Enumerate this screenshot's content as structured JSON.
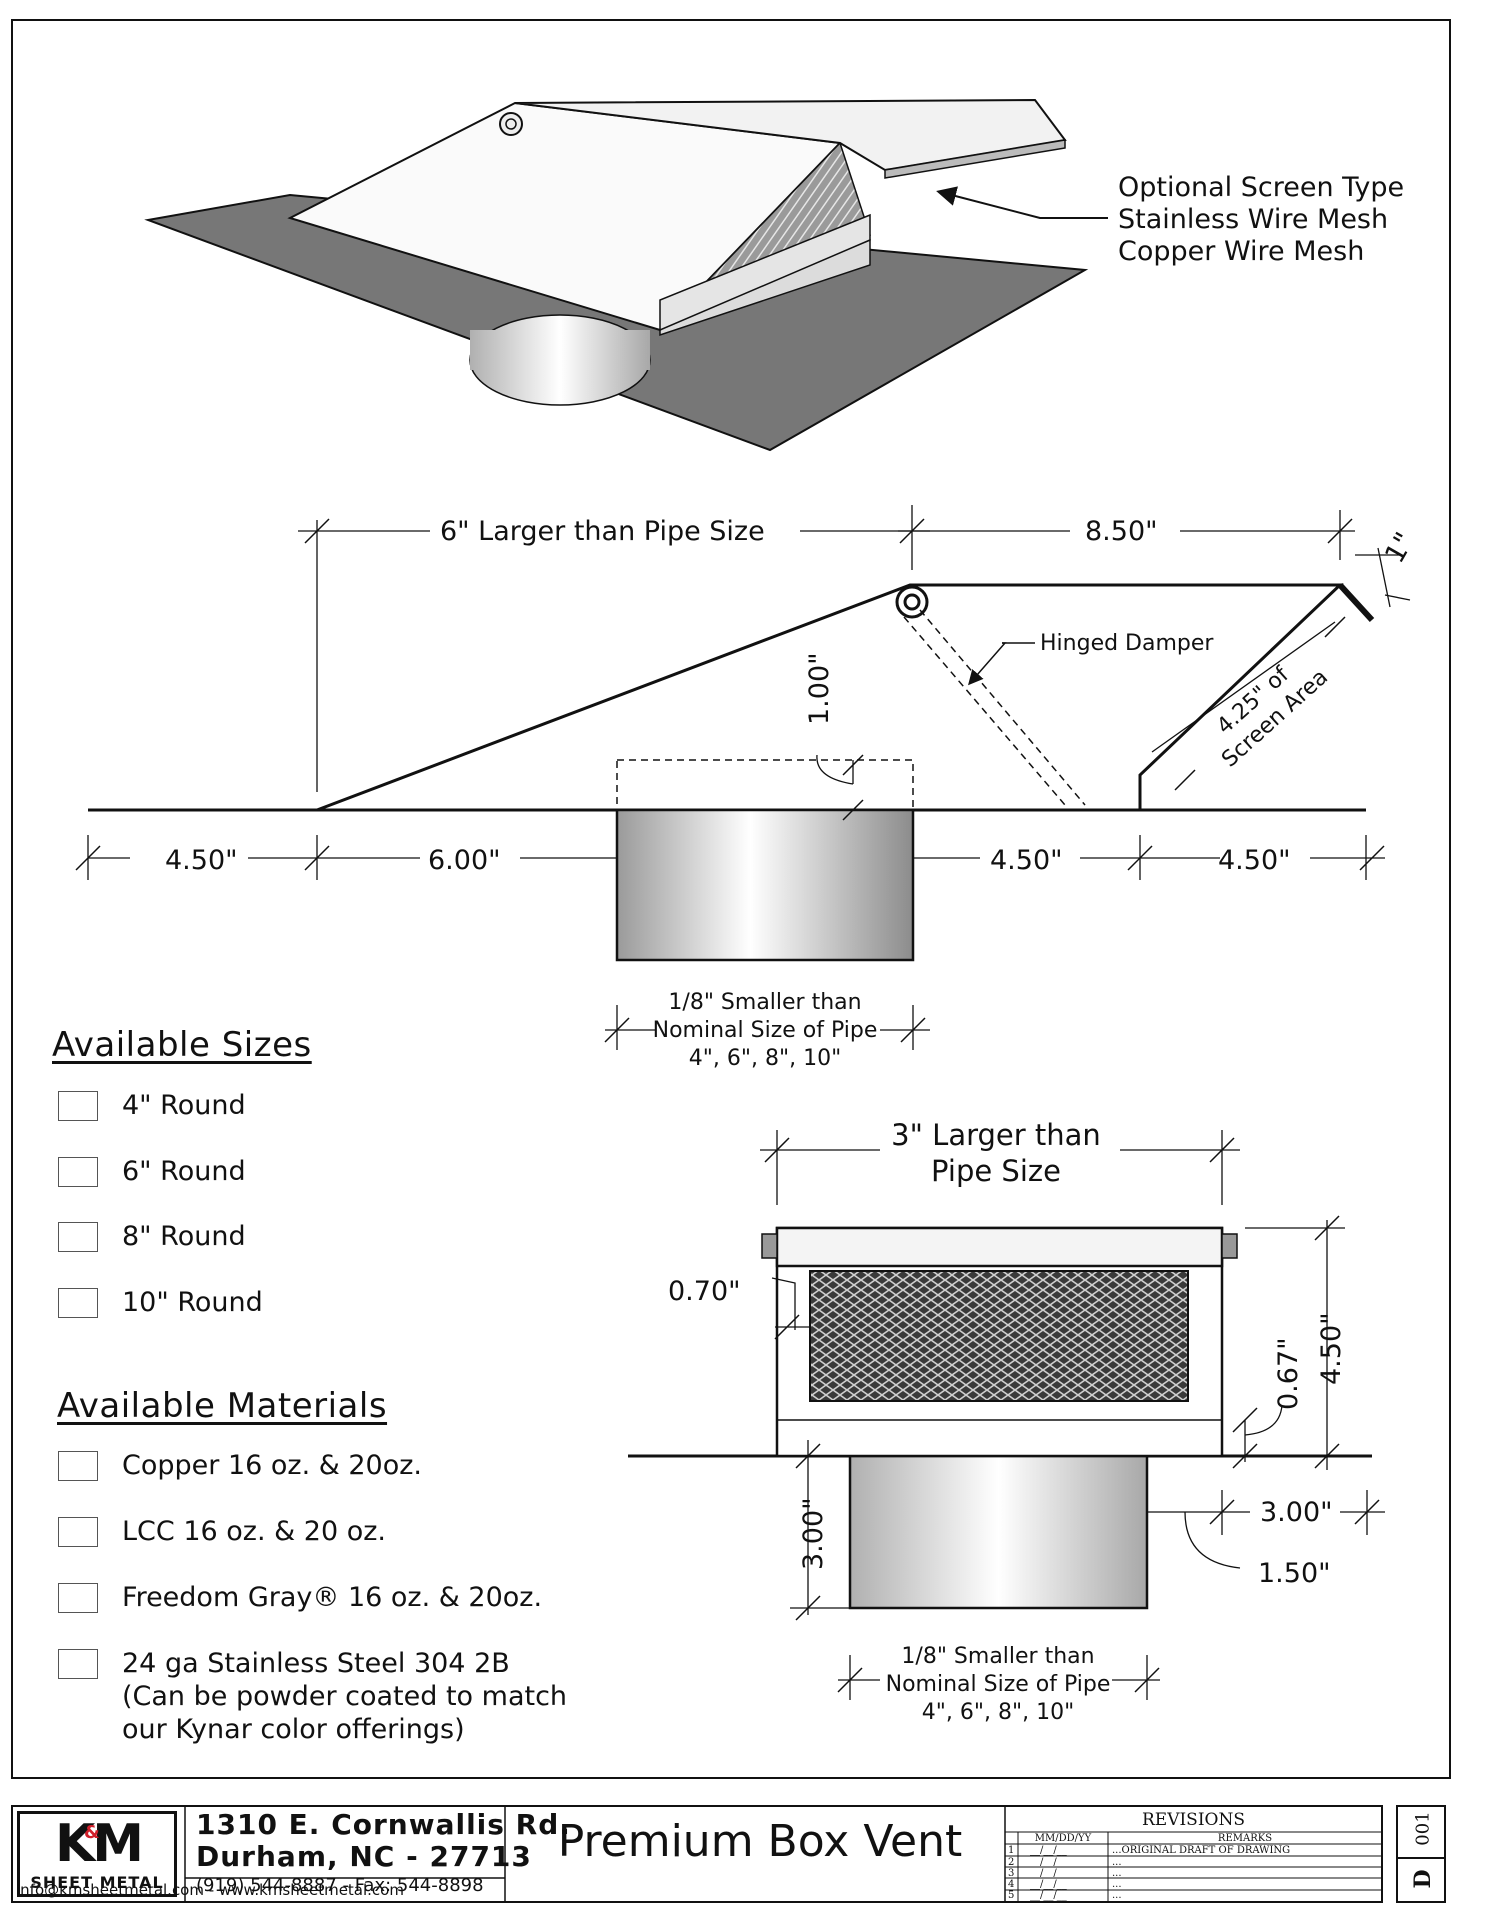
{
  "callouts": {
    "screen_type": [
      "Optional Screen Type",
      "Stainless Wire Mesh",
      "Copper Wire Mesh"
    ],
    "hinged_damper": "Hinged Damper",
    "screen_area": [
      "4.25\" of",
      "Screen Area"
    ]
  },
  "side_view": {
    "top_left_dim": "6\" Larger than Pipe Size",
    "top_right_dim": "8.50\"",
    "corner_dim": "1\"",
    "damper_gap": "1.00\"",
    "bottom_dims": [
      "4.50\"",
      "6.00\"",
      "4.50\"",
      "4.50\""
    ],
    "pipe_note": [
      "1/8\" Smaller than",
      "Nominal Size of Pipe",
      "4\", 6\", 8\", 10\""
    ]
  },
  "front_view": {
    "width_dim": [
      "3\" Larger than",
      "Pipe Size"
    ],
    "height_dim": "4.50\"",
    "screen_inset": "0.70\"",
    "bottom_inset": "0.67\"",
    "pipe_depth": "3.00\"",
    "side_offset": "3.00\"",
    "side_offset_small": "1.50\"",
    "pipe_note": [
      "1/8\" Smaller than",
      "Nominal Size of Pipe",
      "4\", 6\", 8\", 10\""
    ]
  },
  "sizes": {
    "title": "Available Sizes",
    "items": [
      "4\" Round",
      "6\" Round",
      "8\" Round",
      "10\" Round"
    ]
  },
  "materials": {
    "title": "Available Materials",
    "items": [
      "Copper 16 oz. & 20oz.",
      "LCC 16 oz. & 20 oz.",
      "Freedom Gray® 16 oz. & 20oz.",
      "24 ga Stainless Steel 304 2B\n(Can be powder coated to match\n our Kynar color offerings)"
    ]
  },
  "title_block": {
    "logo_letters": "KM",
    "logo_amp": "&",
    "logo_sub": "SHEET METAL",
    "address1": "1310 E. Cornwallis Rd.",
    "address2": "Durham, NC - 27713",
    "phone": "(919) 544-8887 - Fax: 544-8898",
    "contact": "info@kmsheetmetal.com - www.kmsheetmetal.com",
    "drawing_title": "Premium Box Vent",
    "revisions_header": "REVISIONS",
    "col_date": "MM/DD/YY",
    "col_remarks": "REMARKS",
    "rows": [
      {
        "n": "1",
        "date": "__/__/__",
        "remarks": "...ORIGINAL DRAFT OF DRAWING"
      },
      {
        "n": "2",
        "date": "__/__/__",
        "remarks": "..."
      },
      {
        "n": "3",
        "date": "__/__/__",
        "remarks": "..."
      },
      {
        "n": "4",
        "date": "__/__/__",
        "remarks": "..."
      },
      {
        "n": "5",
        "date": "__/__/__",
        "remarks": "..."
      }
    ],
    "sheet_letter": "D",
    "sheet_number": "001"
  }
}
